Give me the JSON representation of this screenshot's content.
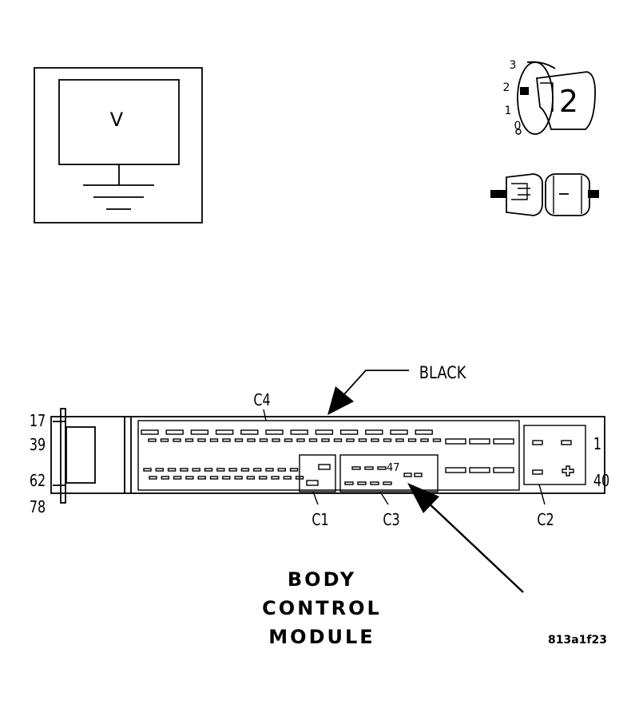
{
  "meter": {
    "symbol": "V"
  },
  "ignition": {
    "positions": [
      "3",
      "2",
      "1",
      "0"
    ],
    "key_number": "2"
  },
  "module": {
    "wire_color": "BLACK",
    "connectors": {
      "c4": "C4",
      "c1": "C1",
      "c3": "C3",
      "c2": "C2"
    },
    "cavity_label": "47",
    "pins_left": [
      "17",
      "39",
      "62",
      "78"
    ],
    "pins_right": [
      "1",
      "40"
    ],
    "title_lines": [
      "BODY",
      "CONTROL",
      "MODULE"
    ]
  },
  "figure_code": "813a1f23"
}
